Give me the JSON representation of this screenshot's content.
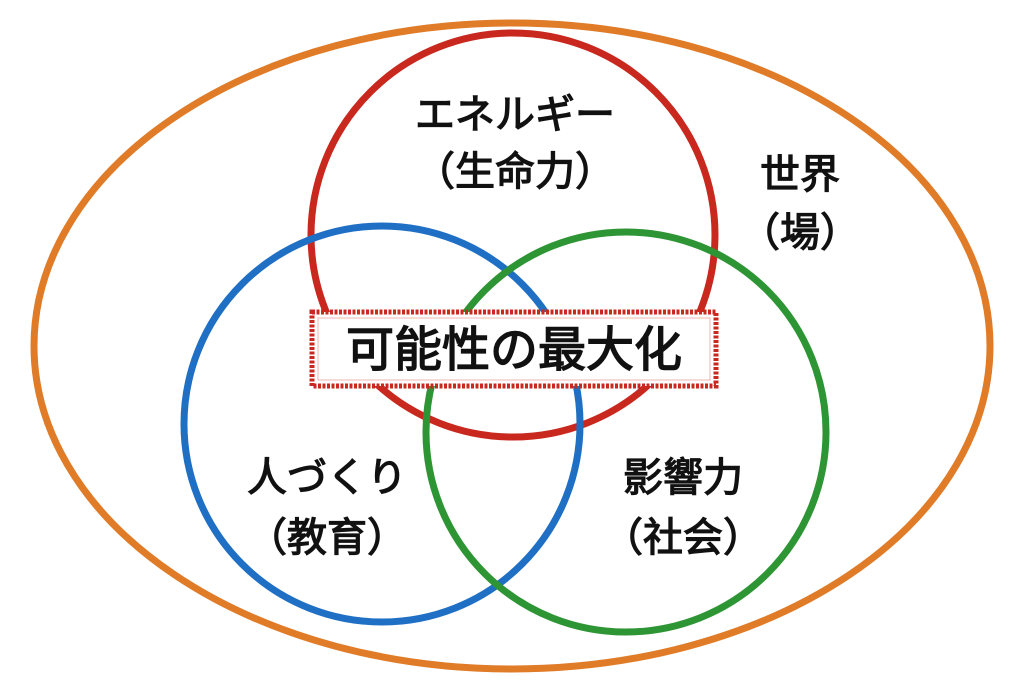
{
  "diagram": {
    "world": {
      "line1": "世界",
      "line2": "（場）",
      "color": "#e07b28"
    },
    "energy": {
      "line1": "エネルギー",
      "line2": "（生命力）",
      "color": "#c8281e"
    },
    "education": {
      "line1": "人づくり",
      "line2": "（教育）",
      "color": "#1f6fc4"
    },
    "influence": {
      "line1": "影響力",
      "line2": "（社会）",
      "color": "#2e9535"
    },
    "center": {
      "text": "可能性の最大化",
      "border_color": "#c8281e"
    }
  }
}
